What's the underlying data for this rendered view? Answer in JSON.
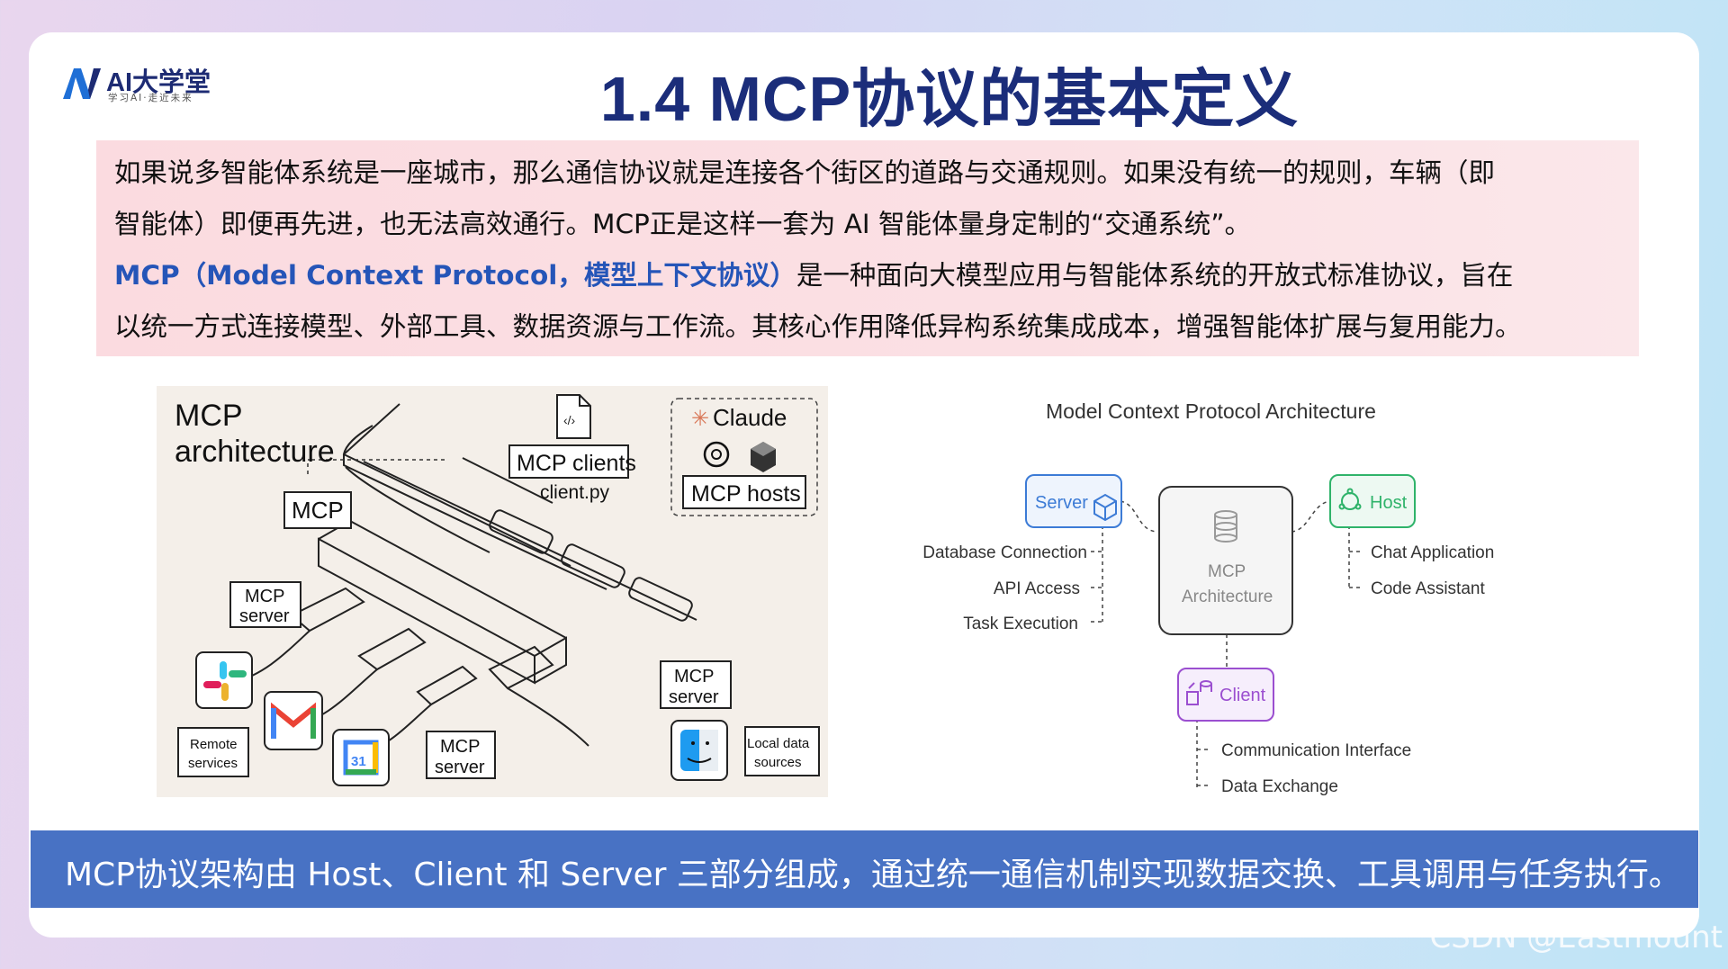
{
  "logo": {
    "brand": "AI大学堂",
    "slogan": "学习AI·走近未来"
  },
  "title": "1.4 MCP协议的基本定义",
  "intro": {
    "line1": "如果说多智能体系统是一座城市，那么通信协议就是连接各个街区的道路与交通规则。如果没有统一的规则，车辆（即",
    "line2": "智能体）即便再先进，也无法高效通行。MCP正是这样一套为 AI 智能体量身定制的“交通系统”。",
    "line3_highlight": "MCP（Model Context Protocol，模型上下文协议）",
    "line3_rest": "是一种面向大模型应用与智能体系统的开放式标准协议，旨在",
    "line4": "以统一方式连接模型、外部工具、数据资源与工作流。其核心作用降低异构系统集成成本，增强智能体扩展与复用能力。"
  },
  "left_diagram": {
    "title_line1": "MCP",
    "title_line2": "architecture",
    "mcp_label": "MCP",
    "mcp_clients": "MCP clients",
    "client_file": "client.py",
    "claude": "Claude",
    "mcp_hosts": "MCP hosts",
    "server1_l1": "MCP",
    "server1_l2": "server",
    "server2_l1": "MCP",
    "server2_l2": "server",
    "server3_l1": "MCP",
    "server3_l2": "server",
    "remote_l1": "Remote",
    "remote_l2": "services",
    "local_l1": "Local data",
    "local_l2": "sources",
    "calendar_day": "31",
    "icons": [
      "code-file-icon",
      "claude-icon",
      "openai-icon",
      "cursor-icon",
      "slack-icon",
      "gmail-icon",
      "calendar-icon",
      "finder-icon"
    ]
  },
  "right_diagram": {
    "title": "Model Context Protocol Architecture",
    "center_l1": "MCP",
    "center_l2": "Architecture",
    "server": "Server",
    "server_items": [
      "Database Connection",
      "API Access",
      "Task Execution"
    ],
    "host": "Host",
    "host_items": [
      "Chat Application",
      "Code Assistant"
    ],
    "client": "Client",
    "client_items": [
      "Communication Interface",
      "Data Exchange"
    ],
    "colors": {
      "server": "#3c7bd6",
      "host": "#2fb36a",
      "client": "#9b4fd0"
    }
  },
  "banner": "MCP协议架构由 Host、Client 和 Server 三部分组成，通过统一通信机制实现数据交换、工具调用与任务执行。",
  "watermark": "CSDN @Eastmount"
}
